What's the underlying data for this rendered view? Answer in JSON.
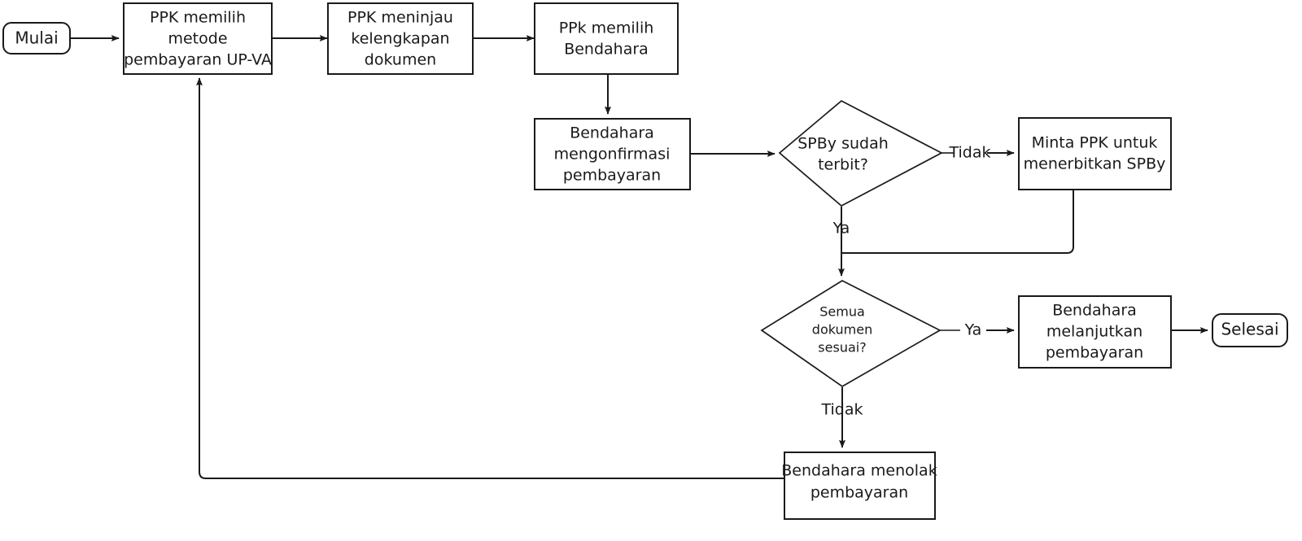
{
  "diagram": {
    "title": "Alur pembayaran UP-VA",
    "type": "flowchart",
    "orientation": "left-to-right",
    "background_color": "#ffffff",
    "line_color": "#1a1a1a",
    "text_color": "#1a1a1a"
  },
  "nodes": {
    "start": {
      "id": "start",
      "shape": "terminator",
      "label": "Mulai"
    },
    "pilih_metode": {
      "id": "pilih_metode",
      "shape": "process",
      "line1": "PPK memilih",
      "line2": "metode",
      "line3": "pembayaran UP-VA"
    },
    "tinjau_dokumen": {
      "id": "tinjau_dokumen",
      "shape": "process",
      "line1": "PPK meninjau",
      "line2": "kelengkapan",
      "line3": "dokumen"
    },
    "pilih_bendahara": {
      "id": "pilih_bendahara",
      "shape": "process",
      "line1": "PPk memilih",
      "line2": "Bendahara"
    },
    "konfirmasi_pembayaran": {
      "id": "konfirmasi_pembayaran",
      "shape": "process",
      "line1": "Bendahara",
      "line2": "mengonfirmasi",
      "line3": "pembayaran"
    },
    "spby_terbit": {
      "id": "spby_terbit",
      "shape": "decision",
      "line1": "SPBy sudah",
      "line2": "terbit?"
    },
    "minta_ppk": {
      "id": "minta_ppk",
      "shape": "process",
      "line1": "Minta PPK untuk",
      "line2": "menerbitkan SPBy"
    },
    "dokumen_sesuai": {
      "id": "dokumen_sesuai",
      "shape": "decision",
      "line1": "Semua",
      "line2": "dokumen",
      "line3": "sesuai?"
    },
    "lanjut_pembayaran": {
      "id": "lanjut_pembayaran",
      "shape": "process",
      "line1": "Bendahara",
      "line2": "melanjutkan",
      "line3": "pembayaran"
    },
    "end": {
      "id": "end",
      "shape": "terminator",
      "label": "Selesai"
    },
    "tolak_pembayaran": {
      "id": "tolak_pembayaran",
      "shape": "process",
      "line1": "Bendahara menolak",
      "line2": "pembayaran"
    }
  },
  "edge_labels": {
    "spby_tidak": "Tidak",
    "spby_ya": "Ya",
    "sesuai_ya": "Ya",
    "sesuai_tidak": "Tidak"
  },
  "edges": [
    {
      "from": "start",
      "to": "pilih_metode",
      "label": ""
    },
    {
      "from": "pilih_metode",
      "to": "tinjau_dokumen",
      "label": ""
    },
    {
      "from": "tinjau_dokumen",
      "to": "pilih_bendahara",
      "label": ""
    },
    {
      "from": "pilih_bendahara",
      "to": "konfirmasi_pembayaran",
      "label": ""
    },
    {
      "from": "konfirmasi_pembayaran",
      "to": "spby_terbit",
      "label": ""
    },
    {
      "from": "spby_terbit",
      "to": "minta_ppk",
      "label": "Tidak"
    },
    {
      "from": "spby_terbit",
      "to": "dokumen_sesuai",
      "label": "Ya"
    },
    {
      "from": "minta_ppk",
      "to": "dokumen_sesuai",
      "label": ""
    },
    {
      "from": "dokumen_sesuai",
      "to": "lanjut_pembayaran",
      "label": "Ya"
    },
    {
      "from": "dokumen_sesuai",
      "to": "tolak_pembayaran",
      "label": "Tidak"
    },
    {
      "from": "lanjut_pembayaran",
      "to": "end",
      "label": ""
    },
    {
      "from": "tolak_pembayaran",
      "to": "pilih_metode",
      "label": ""
    }
  ]
}
